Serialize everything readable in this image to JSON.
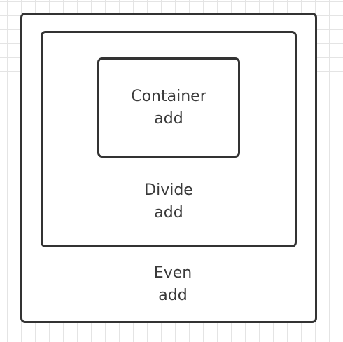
{
  "diagram": {
    "outer": {
      "title": "Even",
      "action": "add"
    },
    "middle": {
      "title": "Divide",
      "action": "add"
    },
    "inner": {
      "title": "Container",
      "action": "add"
    }
  }
}
